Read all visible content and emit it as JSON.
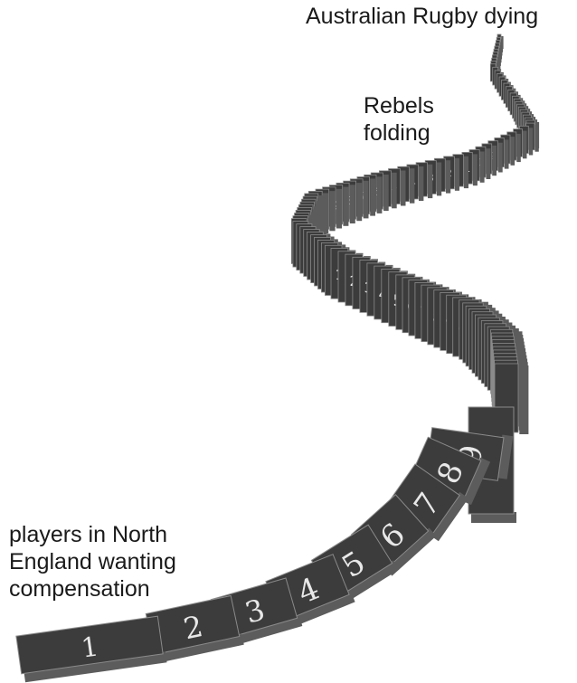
{
  "captions": {
    "top": "Australian Rugby dying",
    "middle": [
      "Rebels",
      "folding"
    ],
    "bottom": [
      "players in North",
      "England wanting",
      "compensation"
    ]
  },
  "domino_labels": [
    "1",
    "2",
    "3",
    "4",
    "5",
    "6",
    "7",
    "8",
    "9",
    "0"
  ],
  "colors": {
    "face": "#3c3c3c",
    "side": "#5c5c5c",
    "edge": "#8a8a8a",
    "numeral": "#e8e8e8"
  }
}
